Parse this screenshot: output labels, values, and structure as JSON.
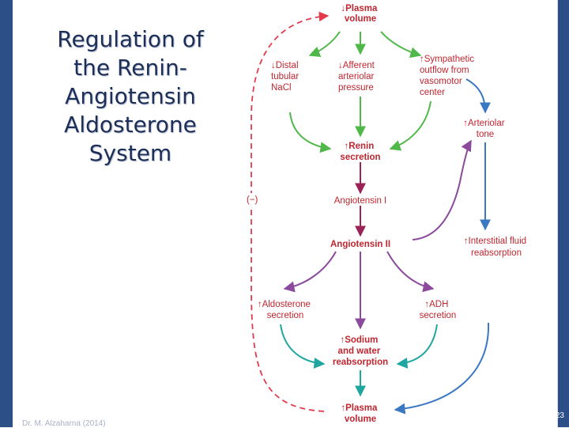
{
  "slide": {
    "title": "Regulation  of\nthe  Renin-\nAngiotensin\nAldosterone\nSystem",
    "footer": "Dr. M. Alzaharna (2014)",
    "page_number": "23"
  },
  "diagram": {
    "nodes": {
      "plasma_top": [
        "↓Plasma",
        "volume"
      ],
      "distal": [
        "↓Distal",
        "tubular",
        "NaCl"
      ],
      "afferent": [
        "↓Afferent",
        "arteriolar",
        "pressure"
      ],
      "sympathetic": [
        "↑Sympathetic",
        "outflow from",
        "vasomotor",
        "center"
      ],
      "arteriolar": [
        "↑Arteriolar",
        "tone"
      ],
      "renin": [
        "↑Renin",
        "secretion"
      ],
      "ang1": [
        "Angiotensin I"
      ],
      "ang2": [
        "Angiotensin II"
      ],
      "interstitial": [
        "↑Interstitial fluid",
        "reabsorption"
      ],
      "aldosterone": [
        "↑Aldosterone",
        "secretion"
      ],
      "adh": [
        "↑ADH",
        "secretion"
      ],
      "sodium": [
        "↑Sodium",
        "and water",
        "reabsorption"
      ],
      "plasma_bottom": [
        "↑Plasma",
        "volume"
      ]
    },
    "feedback_label": "(−)"
  },
  "colors": {
    "bar": "#2b4f86",
    "title": "#1d2f57",
    "text": "#c0262f",
    "green": "#4fb848",
    "blue": "#3a78c2",
    "purple": "#8b4a9c",
    "teal": "#1fa6a0",
    "crimson": "#9a2456",
    "dashed": "#e23b4e"
  }
}
